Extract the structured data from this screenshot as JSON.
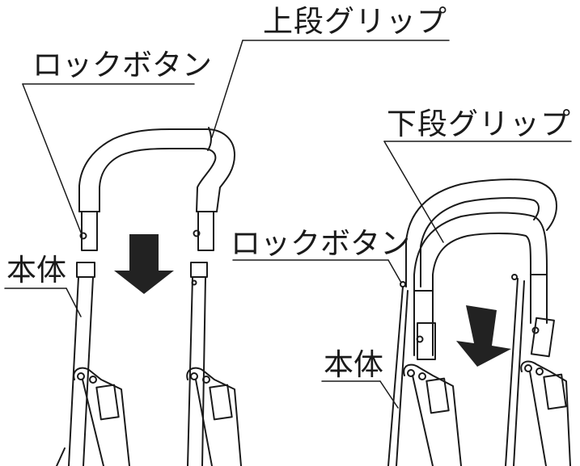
{
  "labels": {
    "upper_grip": "上段グリップ",
    "lock_button_left": "ロックボタン",
    "lower_grip": "下段グリップ",
    "lock_button_right": "ロックボタン",
    "body_left": "本体",
    "body_right": "本体"
  },
  "colors": {
    "line": "#1a1a1a",
    "arrow": "#222222",
    "background": "#ffffff"
  }
}
